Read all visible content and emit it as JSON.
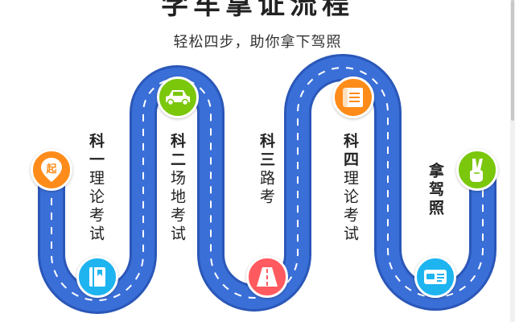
{
  "header": {
    "title": "学车拿证流程",
    "subtitle": "轻松四步，助你拿下驾照"
  },
  "steps": [
    {
      "bold": "科一",
      "rest": "理论考试",
      "icon": "start-pin-icon",
      "icon_text": "起",
      "color": "#ff8c1a"
    },
    {
      "bold": "科二",
      "rest": "场地考试",
      "icon": "car-icon",
      "color": "#7ac70c"
    },
    {
      "bold": "科三",
      "rest": "路考",
      "icon": "road-icon",
      "color": "#ff5a5f"
    },
    {
      "bold": "科四",
      "rest": "理论考试",
      "icon": "scroll-icon",
      "color": "#ff8c1a"
    },
    {
      "bold": "拿驾照",
      "rest": "",
      "icon": "victory-hand-icon",
      "color": "#7ac70c"
    }
  ],
  "bottom_icons": [
    {
      "icon": "book-icon",
      "color": "#1eb4f0"
    },
    {
      "icon": "license-card-icon",
      "color": "#1eb4f0"
    }
  ],
  "colors": {
    "road": "#3a6fd8",
    "road_edge": "#2a57b8",
    "lane": "#ffffff"
  }
}
